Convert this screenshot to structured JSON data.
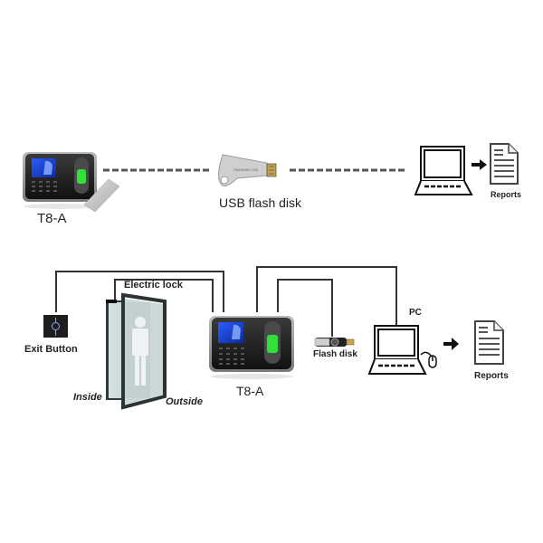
{
  "top_flow": {
    "device_label": "T8-A",
    "usb_label": "USB flash disk",
    "reports_label": "Reports",
    "usb_brand_text": "GRANDING 1GB"
  },
  "bottom_flow": {
    "exit_button_label": "Exit Button",
    "electric_lock_label": "Electric lock",
    "inside_label": "Inside",
    "outside_label": "Outside",
    "device_label": "T8-A",
    "flash_disk_label": "Flash disk",
    "pc_label": "PC",
    "reports_label": "Reports"
  },
  "colors": {
    "line": "#333333",
    "device_body": "#1a1a1a",
    "screen": "#1b3fd6",
    "fingerprint_green": "#33e03a"
  }
}
